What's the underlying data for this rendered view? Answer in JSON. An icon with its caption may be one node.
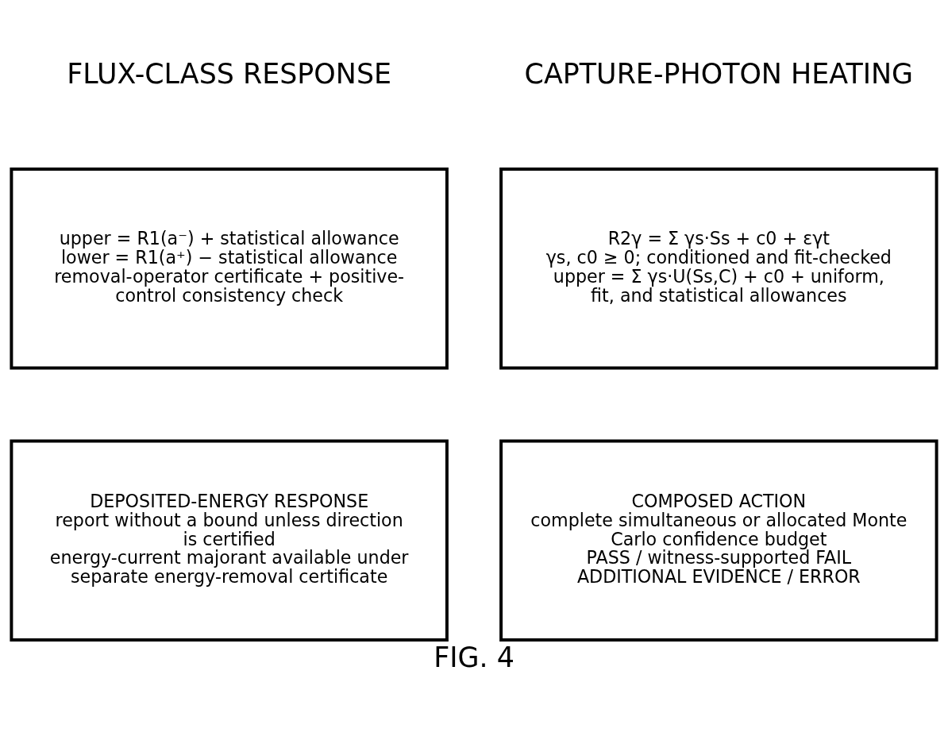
{
  "diagram": {
    "caption": "FIG. 4",
    "labels": [
      "FLUX-CLASS RESPONSE",
      "CAPTURE-PHOTON HEATING"
    ],
    "nodes": [
      {
        "text": [
          "upper = R1(a⁻) + statistical allowance",
          "lower = R1(a⁺) − statistical allowance",
          "removal-operator certificate + positive-control consistency check"
        ]
      },
      {
        "text": [
          "R2γ = Σ γs·Ss + c0 + εγt",
          "γs, c0 ≥ 0; conditioned and fit-checked",
          "upper = Σ γs·U(Ss,C) + c0 + uniform, fit, and statistical allowances"
        ]
      },
      {
        "text": [
          "DEPOSITED-ENERGY RESPONSE",
          "report without a bound unless direction is certified",
          "energy-current majorant available under separate energy-removal certificate"
        ]
      },
      {
        "text": [
          "COMPOSED ACTION",
          "complete simultaneous or allocated Monte Carlo confidence budget",
          "PASS / witness-supported FAIL",
          "ADDITIONAL EVIDENCE / ERROR"
        ]
      }
    ]
  }
}
